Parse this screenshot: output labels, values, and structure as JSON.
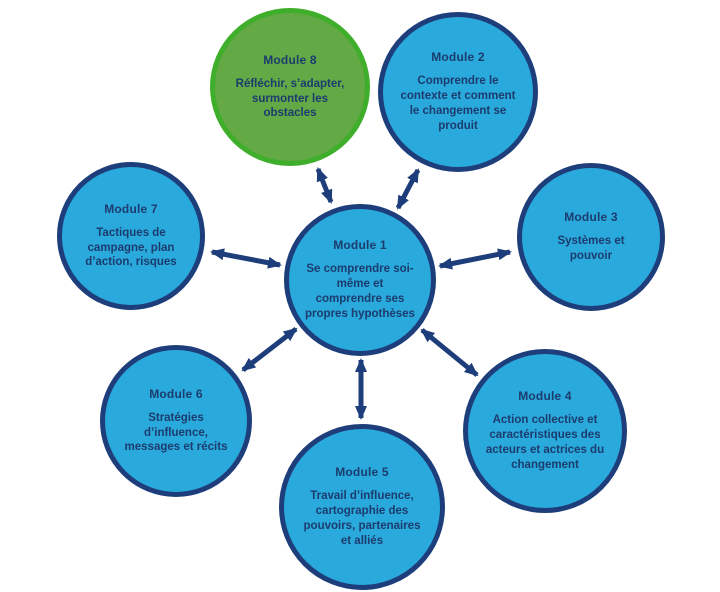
{
  "diagram": {
    "language": "fr",
    "description_center": "Module 1 au centre relié par des flèches bidirectionnelles aux modules 2 à 8"
  },
  "modules": [
    {
      "id": "module-1",
      "label": "Module 1",
      "text": "Se comprendre soi-même et comprendre ses propres hypothèses",
      "variant": "blue",
      "position": "center"
    },
    {
      "id": "module-2",
      "label": "Module 2",
      "text": "Comprendre le contexte et comment le changement se produit",
      "variant": "blue",
      "position": "top-right"
    },
    {
      "id": "module-3",
      "label": "Module 3",
      "text": "Systèmes et pouvoir",
      "variant": "blue",
      "position": "right"
    },
    {
      "id": "module-4",
      "label": "Module 4",
      "text": "Action collective et caractéristiques des acteurs et actrices du changement",
      "variant": "blue",
      "position": "bottom-right"
    },
    {
      "id": "module-5",
      "label": "Module 5",
      "text": "Travail d’influence, cartographie des pouvoirs, partenaires et alliés",
      "variant": "blue",
      "position": "bottom"
    },
    {
      "id": "module-6",
      "label": "Module 6",
      "text": "Stratégies d’influence, messages et récits",
      "variant": "blue",
      "position": "bottom-left"
    },
    {
      "id": "module-7",
      "label": "Module 7",
      "text": "Tactiques de campagne, plan d’action, risques",
      "variant": "blue",
      "position": "left"
    },
    {
      "id": "module-8",
      "label": "Module 8",
      "text": "Réfléchir, s’adapter, surmonter les obstacles",
      "variant": "green",
      "position": "top-left"
    }
  ],
  "colors": {
    "circle_blue_fill": "#29a9dc",
    "circle_blue_border": "#1e3e7b",
    "circle_green_fill": "#63a945",
    "circle_green_border": "#3fae2a",
    "text": "#1c3c6e",
    "arrow": "#1e3e7b"
  }
}
